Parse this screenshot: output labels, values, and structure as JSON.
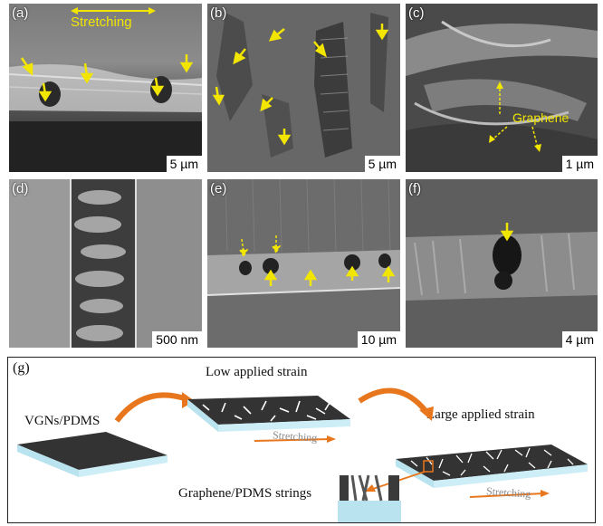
{
  "panels": [
    {
      "id": "a",
      "label": "(a)",
      "scale": "5 µm",
      "annotation": "Stretching"
    },
    {
      "id": "b",
      "label": "(b)",
      "scale": "5 µm"
    },
    {
      "id": "c",
      "label": "(c)",
      "scale": "1 µm",
      "annotation": "Graphene"
    },
    {
      "id": "d",
      "label": "(d)",
      "scale": "500 nm"
    },
    {
      "id": "e",
      "label": "(e)",
      "scale": "10 µm"
    },
    {
      "id": "f",
      "label": "(f)",
      "scale": "4 µm"
    }
  ],
  "schematic": {
    "label": "(g)",
    "sample_label": "VGNs/PDMS",
    "low_strain": "Low applied strain",
    "large_strain": "Large applied strain",
    "stretching": "Stretching",
    "strings": "Graphene/PDMS strings"
  },
  "colors": {
    "annotation": "#f2e600",
    "arrow_orange": "#e8761c",
    "substrate": "#3a3a3a",
    "pdms": "#b9e3ef"
  }
}
